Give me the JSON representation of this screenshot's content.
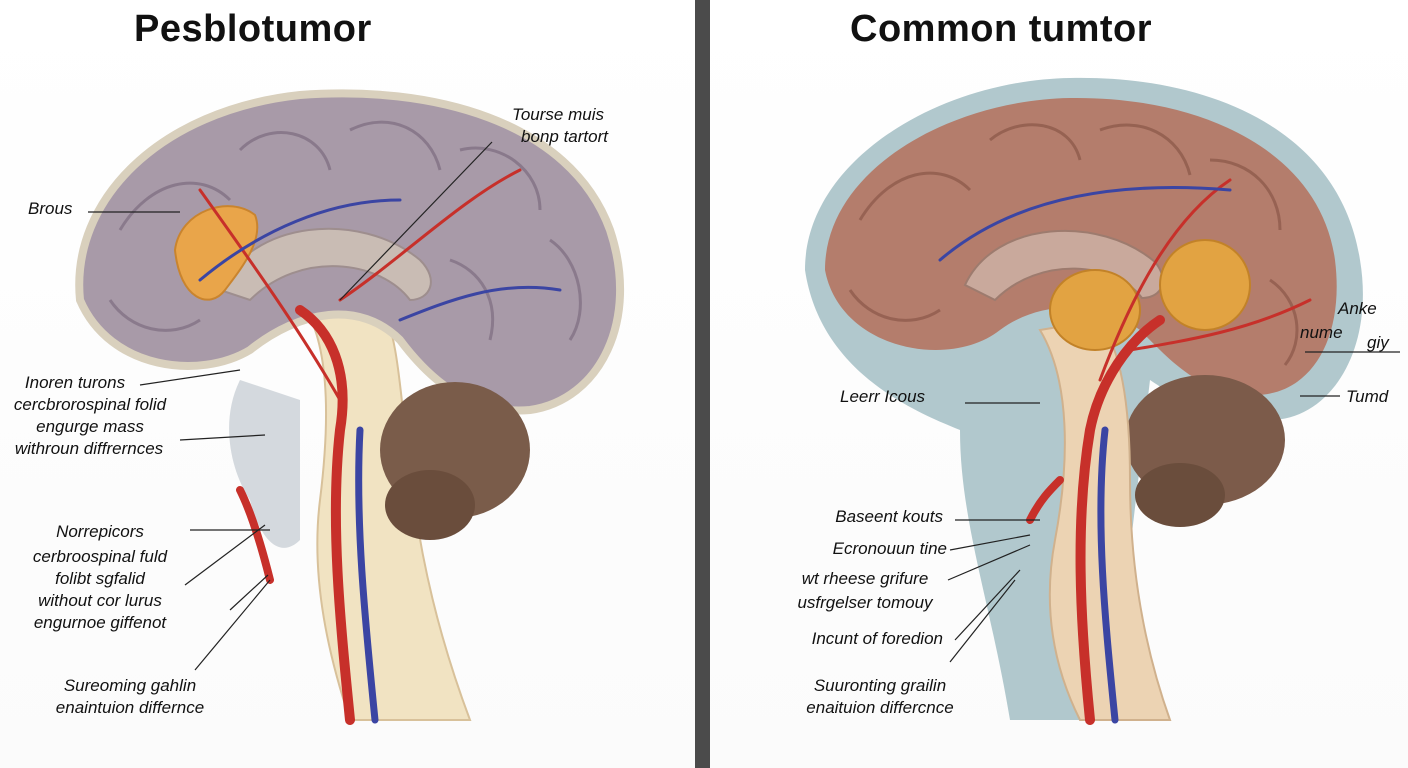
{
  "left_panel": {
    "title": "Pesblotumor",
    "labels": {
      "top_right_1": "Tourse muis",
      "top_right_2": "bonp tartort",
      "brous": "Brous",
      "group1_l1": "Inoren turons",
      "group1_l2": "cercbrorospinal folid",
      "group1_l3": "engurge mass",
      "group1_l4": "withroun diffrernces",
      "group2_l1": "Norrepicors",
      "group2_l2": "cerbroospinal fuld",
      "group2_l3": "folibt sgfalid",
      "group2_l4": "without cor lurus",
      "group2_l5": "engurnoe giffenot",
      "bottom_l1": "Sureoming gahlin",
      "bottom_l2": "enaintuion differnce"
    }
  },
  "right_panel": {
    "title": "Common tumtor",
    "labels": {
      "anke": "Anke",
      "nume": "nume",
      "giy": "giy",
      "tumd": "Tumd",
      "leerr": "Leerr Icous",
      "baseent": "Baseent kouts",
      "ecron": "Ecronouun tine",
      "wt_1": "wt rheese grifure",
      "wt_2": "usfrgelser tomouy",
      "incunt": "Incunt of foredion",
      "bottom_l1": "Suuronting grailin",
      "bottom_l2": "enaituion differcnce"
    }
  }
}
